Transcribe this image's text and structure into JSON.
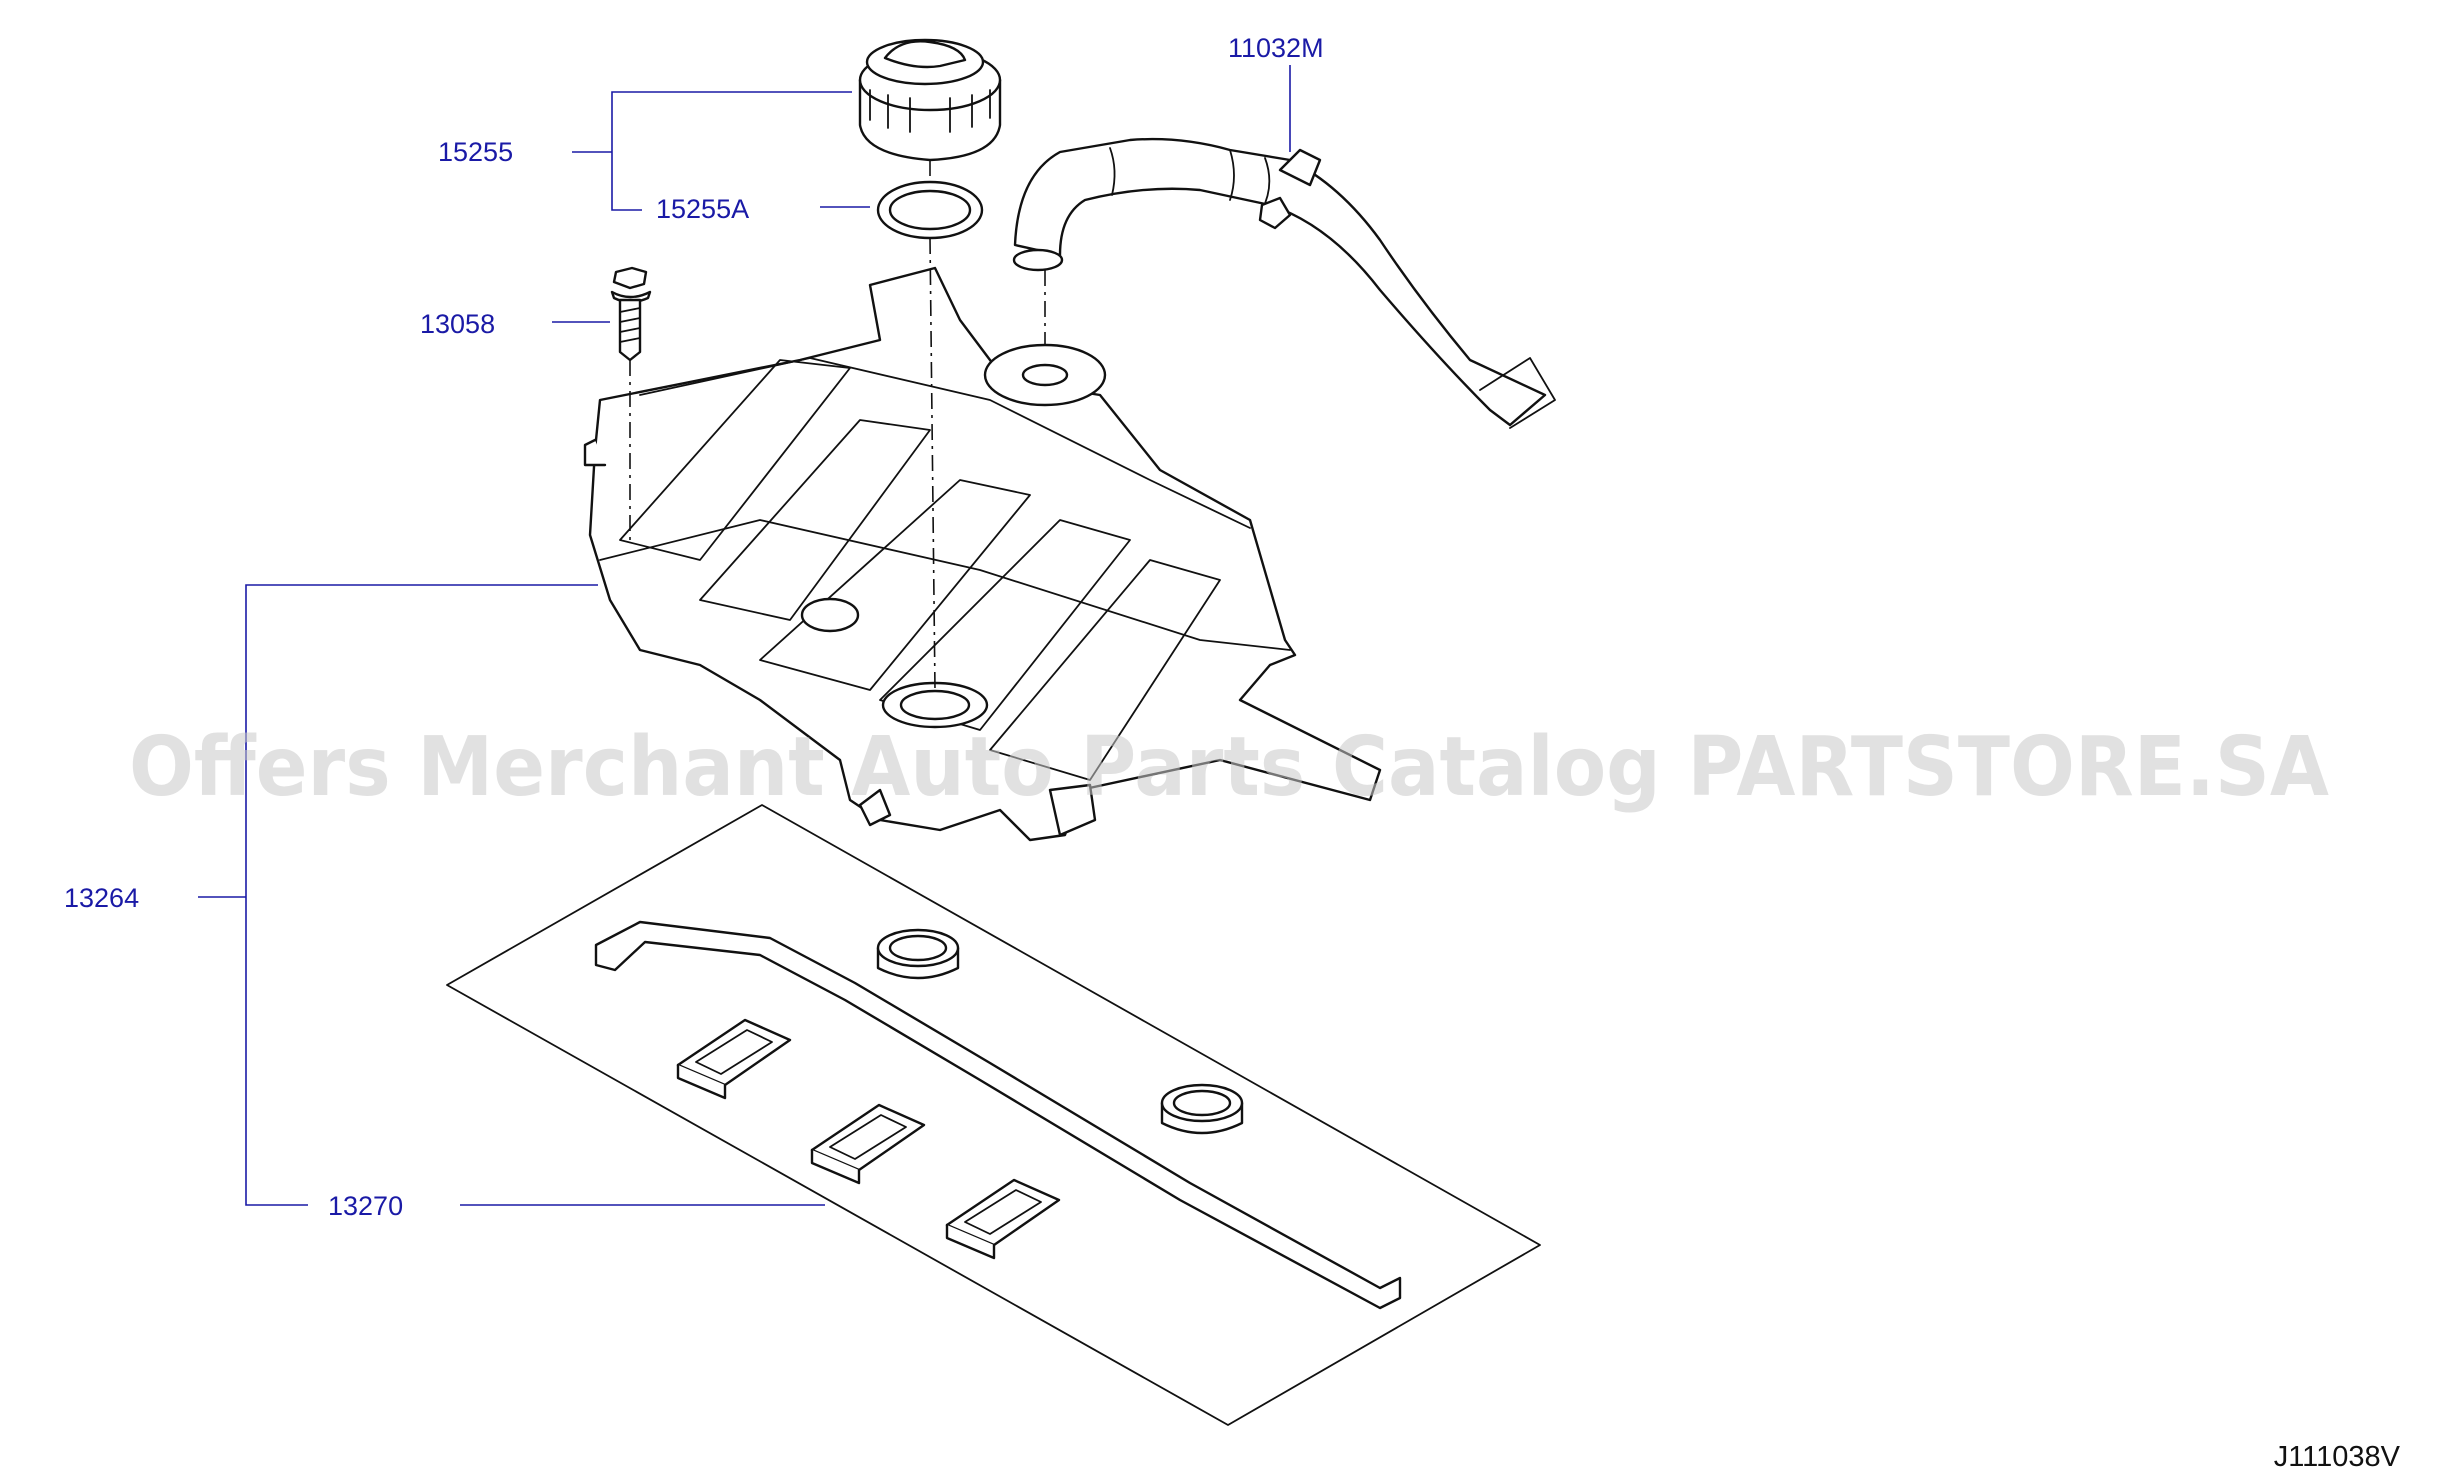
{
  "watermark": "Offers Merchant Auto Parts Catalog PARTSTORE.SA",
  "diagram_code": "J111038V",
  "parts": {
    "p11032M": "11032M",
    "p15255": "15255",
    "p15255A": "15255A",
    "p13058": "13058",
    "p13264": "13264",
    "p13270": "13270"
  },
  "colors": {
    "label": "#1a1aa6",
    "line_art": "#111111",
    "watermark": "#c9c9c9"
  }
}
